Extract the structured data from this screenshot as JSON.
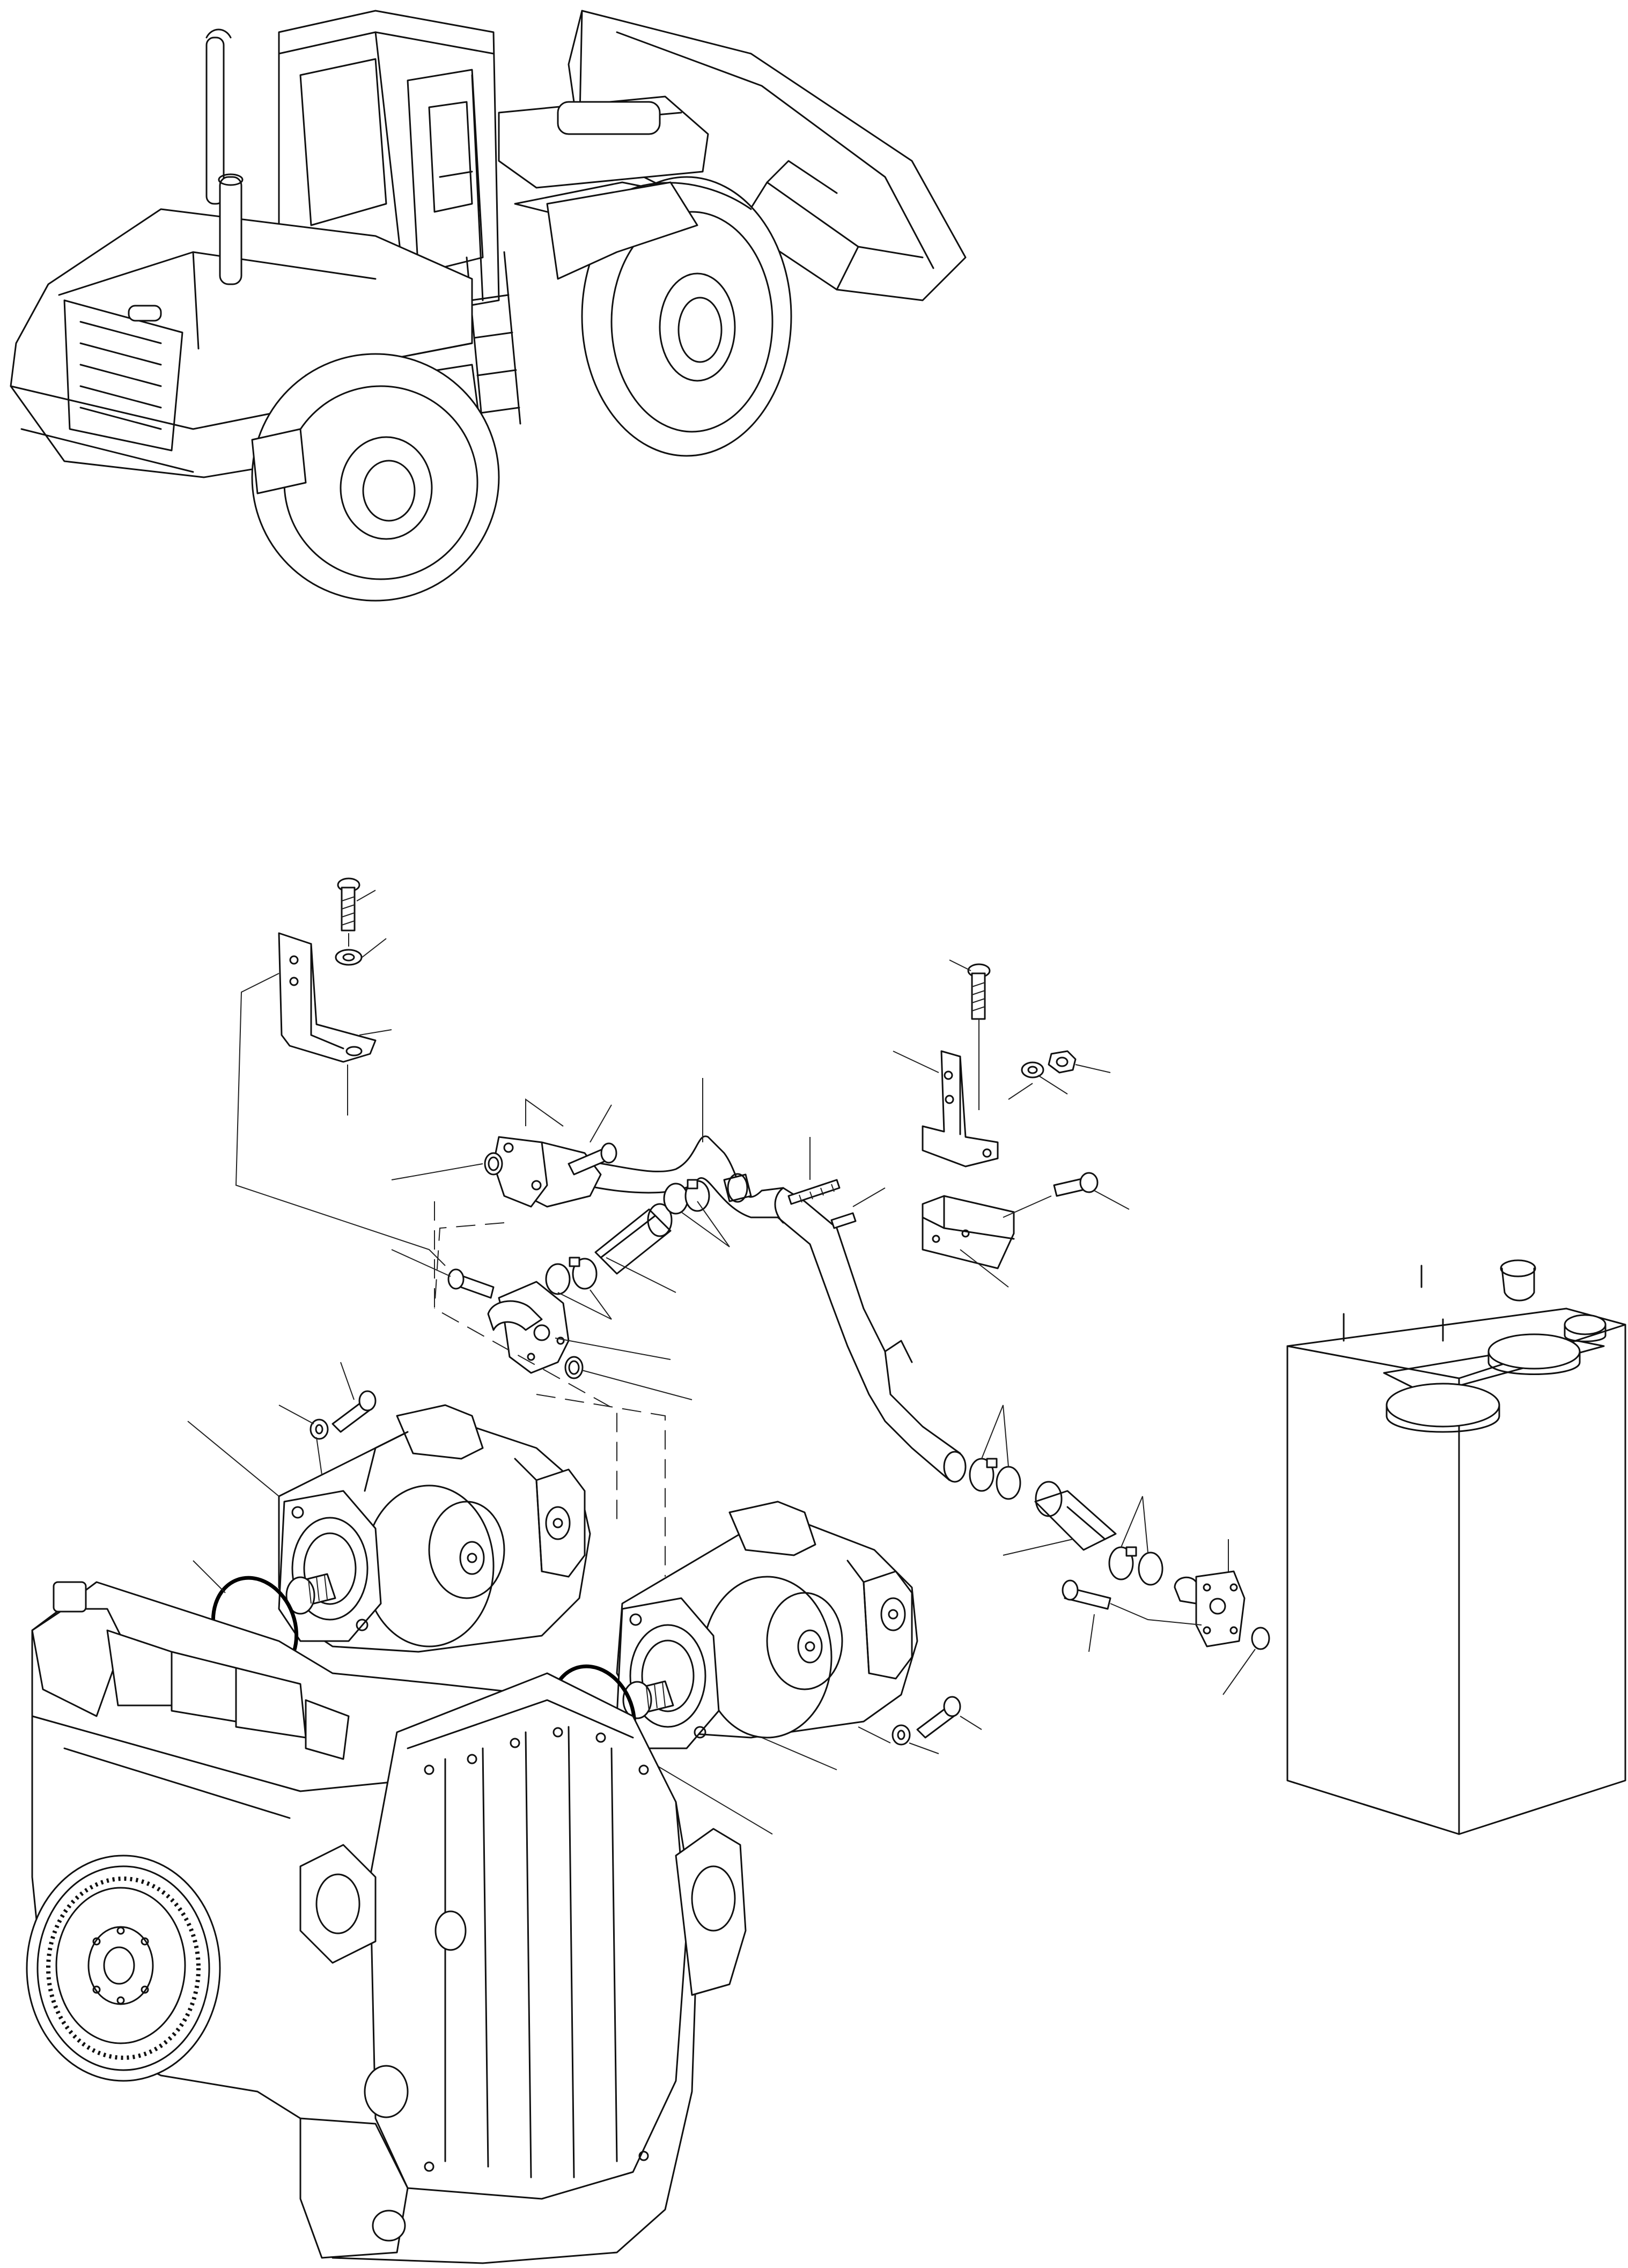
{
  "figure": {
    "title": "",
    "callouts": []
  },
  "parts": {
    "machine": "wheel-loader",
    "pumps": [
      "hydraulic-gear-pump",
      "hydraulic-gear-pump"
    ],
    "piping": [
      "suction-pipe",
      "hose",
      "hose-clamp",
      "flange",
      "o-ring",
      "bolt",
      "washer",
      "nut",
      "bracket"
    ],
    "tank": "hydraulic-tank",
    "transmission": "transmission-housing"
  }
}
